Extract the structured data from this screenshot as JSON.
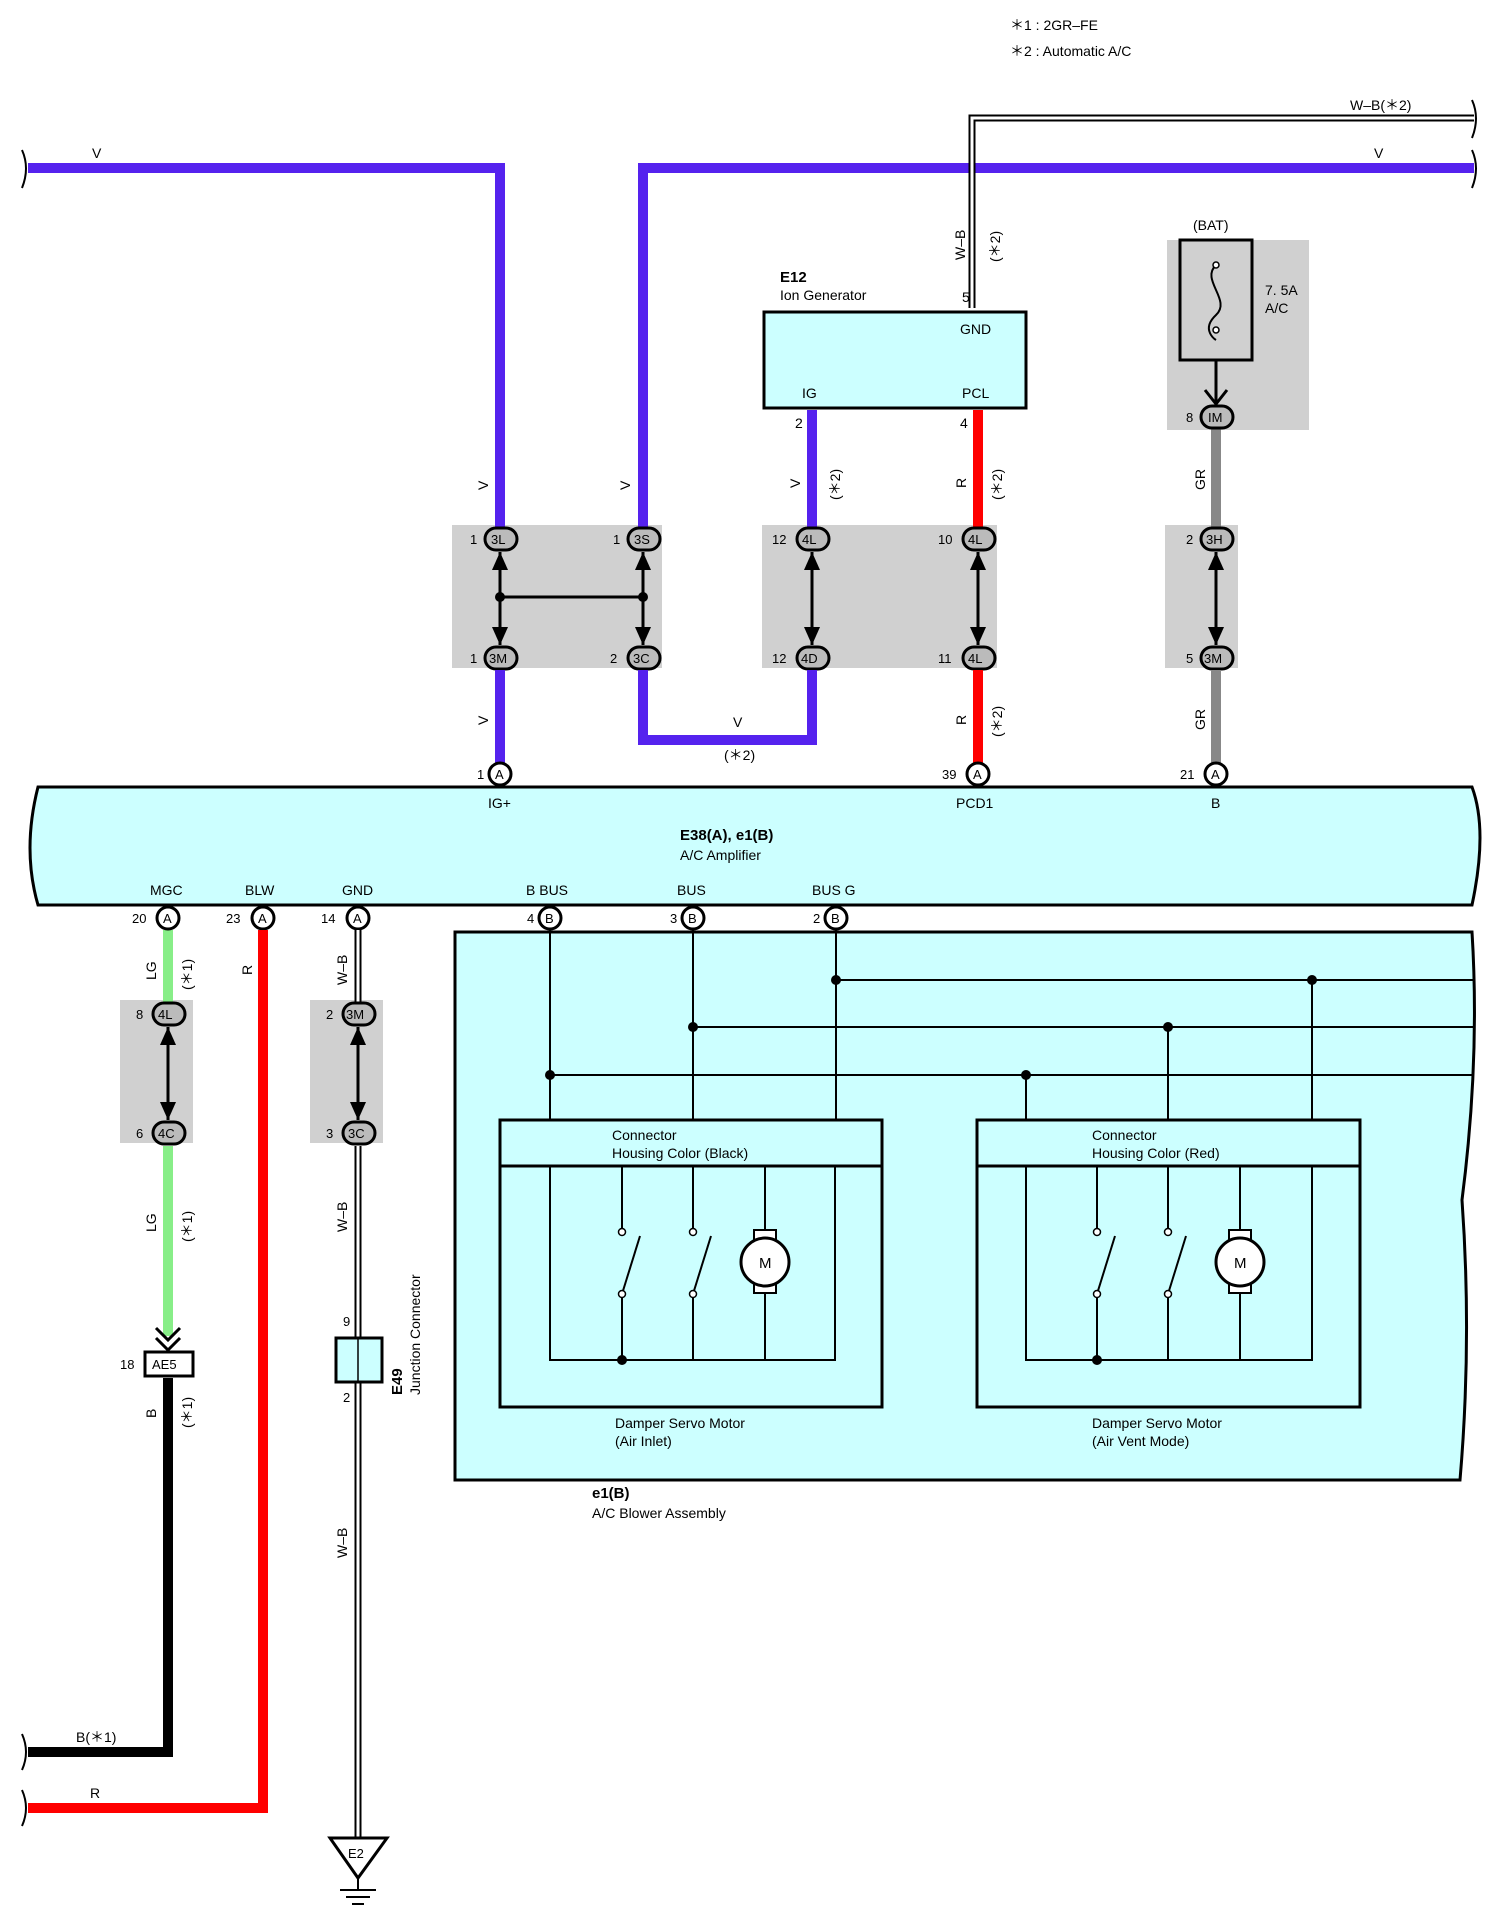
{
  "notes": {
    "n1": "＊1 : 2GR–FE",
    "n2": "＊2 : Automatic A/C"
  },
  "wires": {
    "v_top_left": "V",
    "v_top_right": "V",
    "wb2_top": "W–B(＊2)",
    "wb_vertical": "W–B",
    "star2": "(＊2)",
    "v_left1": "V",
    "v_left2": "V",
    "v_left3": "V",
    "v_ion": "V",
    "r_ion": "R",
    "r_lower": "R",
    "gr_upper": "GR",
    "gr_lower": "GR",
    "v_bottom": "V",
    "v_bottom_star": "(＊2)",
    "lg_upper": "LG",
    "lg_lower": "LG",
    "star1": "(＊1)",
    "r_blw": "R",
    "wb_gnd1": "W–B",
    "wb_gnd2": "W–B",
    "wb_gnd3": "W–B",
    "b_ae5": "B",
    "b1_bottom": "B(＊1)",
    "r_bottom": "R"
  },
  "fuse": {
    "source": "(BAT)",
    "rating": "7. 5A",
    "name": "A/C"
  },
  "ion_generator": {
    "code": "E12",
    "name": "Ion Generator",
    "pin_gnd": "GND",
    "pin_ig": "IG",
    "pin_pcl": "PCL",
    "pin5": "5",
    "pin2": "2",
    "pin4": "4"
  },
  "connectors": {
    "c3L": "3L",
    "c3S": "3S",
    "c3M": "3M",
    "c3C": "3C",
    "c4L": "4L",
    "c4D": "4D",
    "c3H": "3H",
    "cIM": "IM",
    "c4C": "4C",
    "cAE5": "AE5",
    "cA": "A",
    "cB": "B",
    "p1": "1",
    "p2": "2",
    "p3": "3",
    "p4": "4",
    "p5": "5",
    "p6": "6",
    "p8": "8",
    "p9": "9",
    "p10": "10",
    "p11": "11",
    "p12": "12",
    "p14": "14",
    "p18": "18",
    "p20": "20",
    "p21": "21",
    "p23": "23",
    "p39": "39"
  },
  "amplifier": {
    "code": "E38(A), e1(B)",
    "name": "A/C Amplifier",
    "pin_igp": "IG+",
    "pin_pcd1": "PCD1",
    "pin_b": "B",
    "pin_mgc": "MGC",
    "pin_blw": "BLW",
    "pin_gnd": "GND",
    "pin_bbus": "B BUS",
    "pin_bus": "BUS",
    "pin_busg": "BUS G"
  },
  "junction": {
    "code": "E49",
    "name": "Junction Connector"
  },
  "blower": {
    "code": "e1(B)",
    "name": "A/C Blower Assembly",
    "housing_black_1": "Connector",
    "housing_black_2": "Housing Color (Black)",
    "housing_red_1": "Connector",
    "housing_red_2": "Housing Color (Red)",
    "servo_inlet_1": "Damper Servo Motor",
    "servo_inlet_2": "(Air Inlet)",
    "servo_vent_1": "Damper Servo Motor",
    "servo_vent_2": "(Air Vent Mode)",
    "motor": "M"
  },
  "ground": {
    "name": "E2"
  },
  "colors": {
    "violet": "#5522ee",
    "red": "#ff0000",
    "gray": "#888888",
    "light_green": "#88ee88",
    "black": "#000000",
    "panel": "#ccffff",
    "connector_box": "#d0d0d0"
  }
}
